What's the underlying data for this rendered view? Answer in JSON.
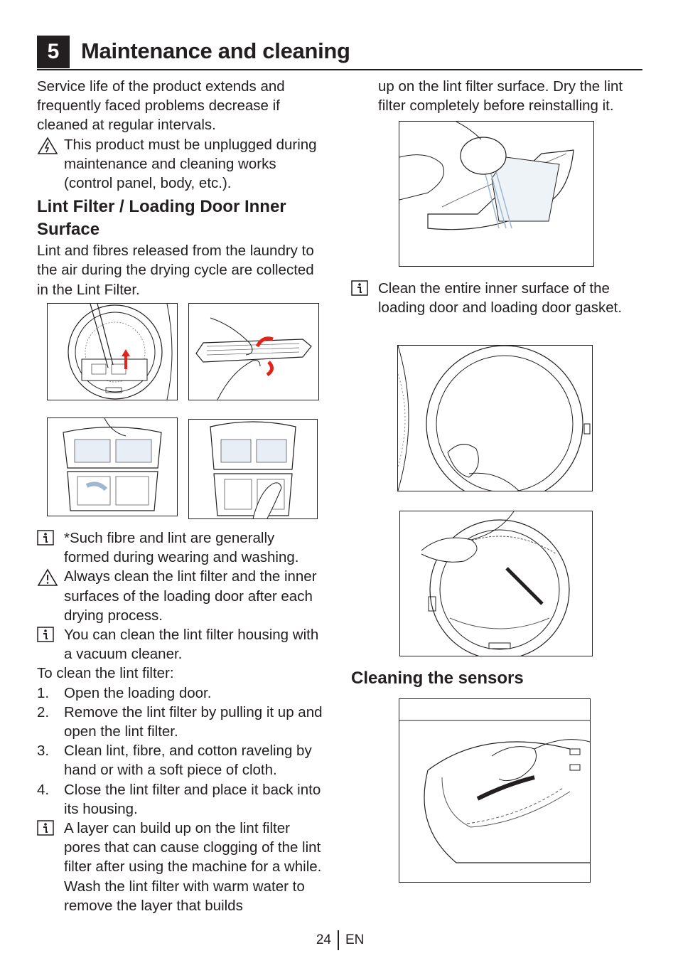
{
  "section": {
    "number": "5",
    "title": "Maintenance and cleaning"
  },
  "left": {
    "intro": "Service life of the product extends and frequently faced problems decrease if cleaned at regular intervals.",
    "warning1": "This product must be unplugged during maintenance and cleaning works (control panel, body, etc.).",
    "heading": "Lint Filter / Loading Door Inner Surface",
    "lint_intro": "Lint and fibres released from the laundry to the air during the drying cycle are collected in the Lint Filter.",
    "info1": "*Such fibre and lint are generally formed during wearing and washing.",
    "warning2": "Always clean the lint filter and the inner surfaces of the loading door after each drying process.",
    "info2": "You can clean the lint filter housing with a vacuum cleaner.",
    "steps_intro": "To clean the lint filter:",
    "steps": [
      {
        "num": "1.",
        "text": "Open the loading door."
      },
      {
        "num": "2.",
        "text": "Remove the lint filter by pulling it up and open the lint filter."
      },
      {
        "num": "3.",
        "text": "Clean lint, fibre, and cotton raveling by hand or with a soft piece of cloth."
      },
      {
        "num": "4.",
        "text": "Close the lint filter and place it back into its housing."
      }
    ],
    "info3": "A layer can build up on the lint filter pores that can cause clogging of the lint filter after using the machine for a while. Wash the lint filter with warm water to remove the layer that builds"
  },
  "right": {
    "continuation": "up on the lint filter surface. Dry the lint filter completely before reinstalling it.",
    "info4": "Clean the entire inner surface of the loading door and loading door gasket.",
    "sensors_heading": "Cleaning the sensors"
  },
  "icons": {
    "warning": "warning-triangle-icon",
    "info": "info-icon"
  },
  "colors": {
    "text": "#231f20",
    "arrow": "#e2231a",
    "water": "#9fb7cf"
  },
  "footer": {
    "page": "24",
    "lang": "EN"
  }
}
